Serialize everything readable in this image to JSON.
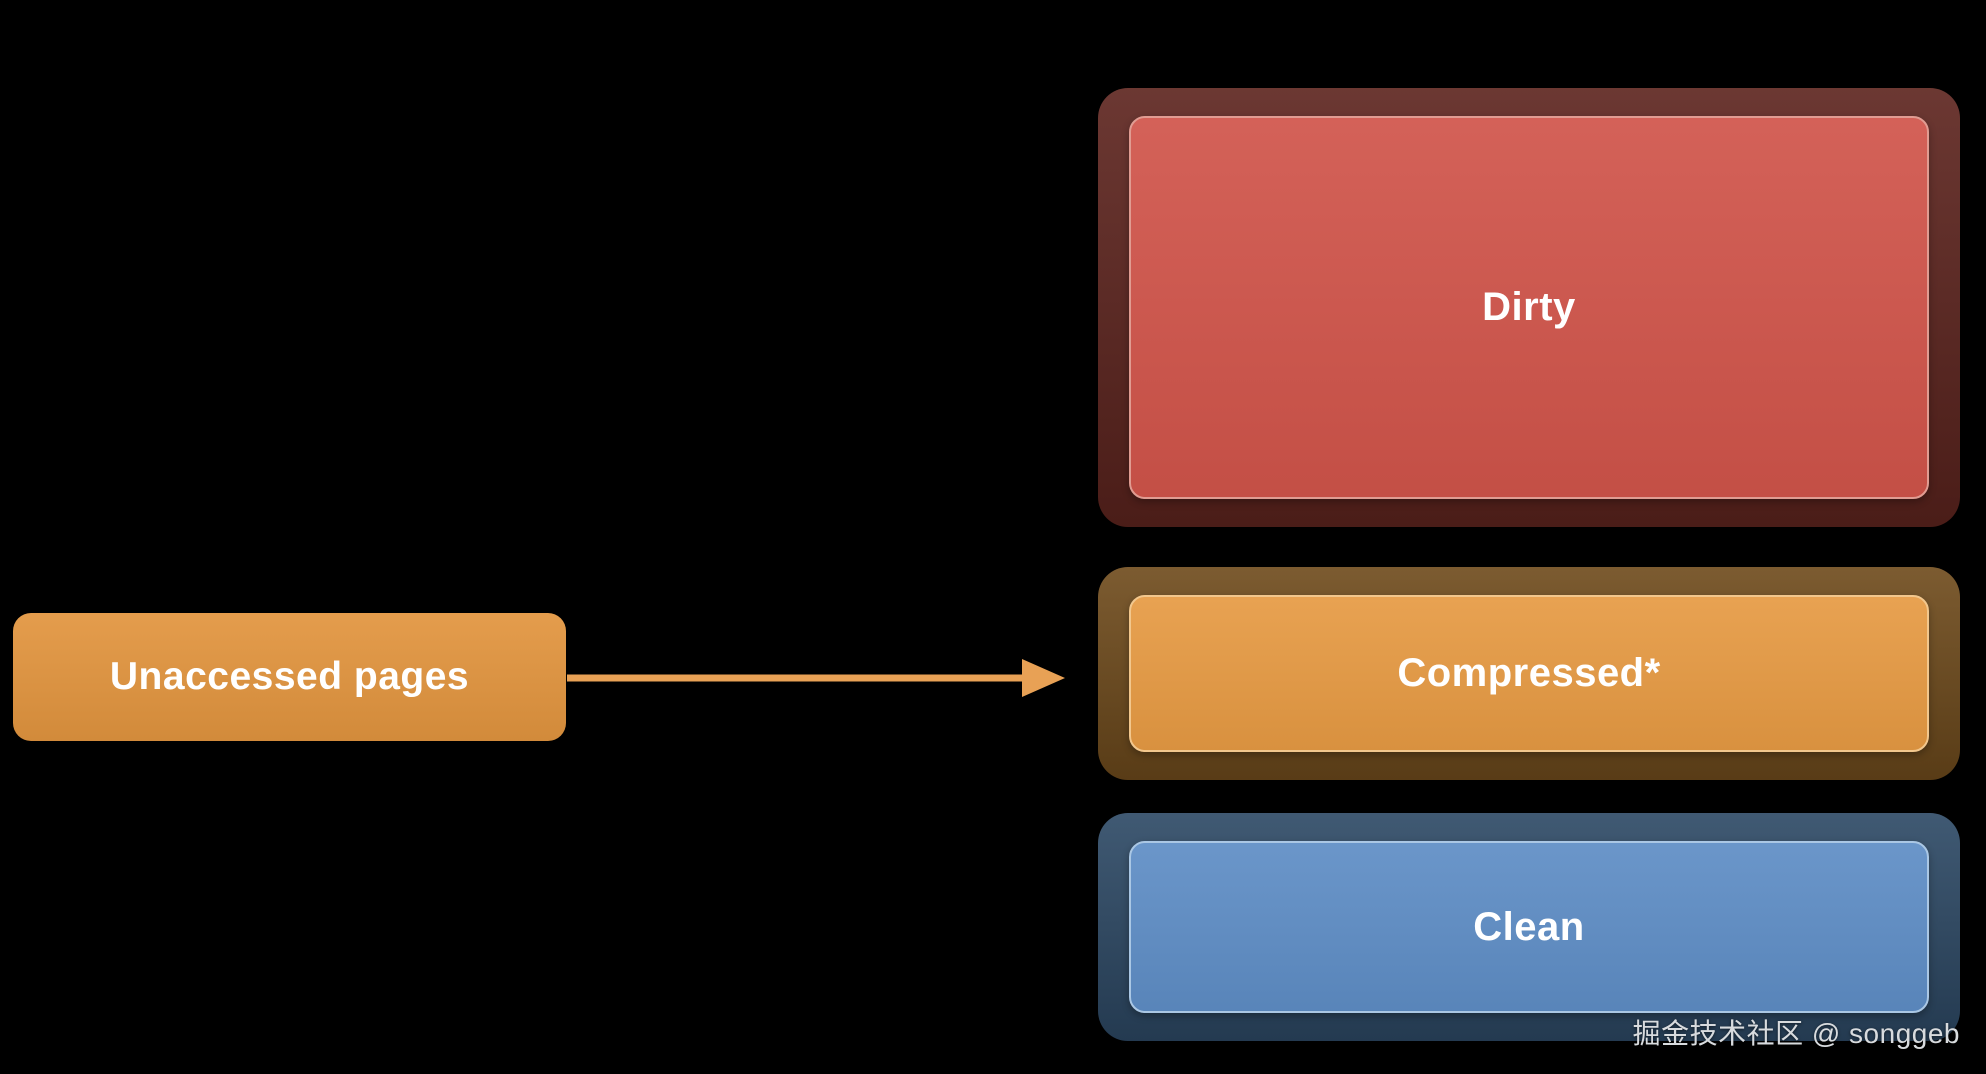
{
  "diagram": {
    "background_color": "#000000",
    "left_node": {
      "label": "Unaccessed pages",
      "fill": "#e2953f",
      "text_color": "#ffffff"
    },
    "arrow": {
      "color": "#e8a155",
      "direction": "right"
    },
    "memory_regions": [
      {
        "label": "Dirty",
        "outer_fill": "#5d241e",
        "inner_fill": "#d0544a",
        "inner_border": "#e09c92",
        "text_color": "#ffffff"
      },
      {
        "label": "Compressed*",
        "outer_fill": "#6f4b1c",
        "inner_fill": "#e69a43",
        "inner_border": "#f2c78d",
        "text_color": "#ffffff"
      },
      {
        "label": "Clean",
        "outer_fill": "#2d4965",
        "inner_fill": "#5e8dc5",
        "inner_border": "#aac7e4",
        "text_color": "#ffffff"
      }
    ],
    "watermark": {
      "text": "掘金技术社区 @ songgeb",
      "color": "#d8dbde"
    }
  }
}
